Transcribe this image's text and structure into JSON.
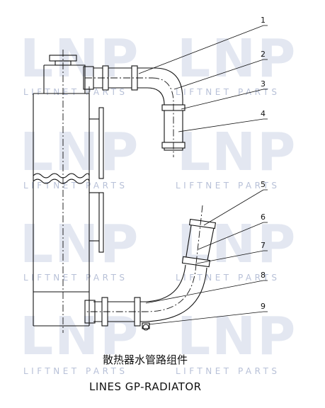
{
  "watermark": {
    "logo": "LNP",
    "text": "LIFTNET PARTS"
  },
  "callouts": [
    "1",
    "2",
    "3",
    "4",
    "5",
    "6",
    "7",
    "8",
    "9"
  ],
  "caption": {
    "chinese": "散热器水管路组件",
    "english": "LINES GP-RADIATOR"
  }
}
